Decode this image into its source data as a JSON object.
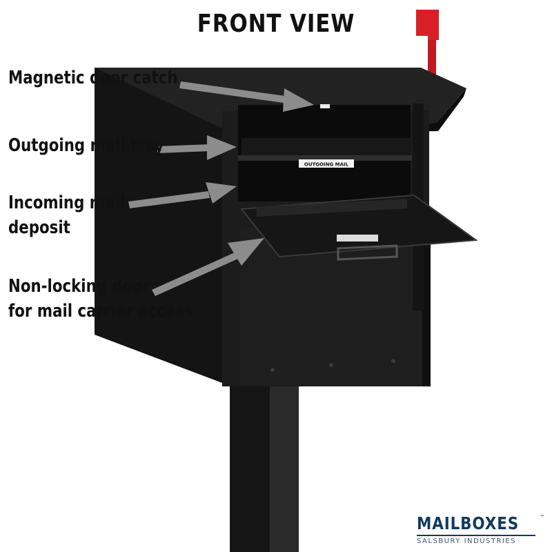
{
  "title": "FRONT VIEW",
  "callouts": [
    {
      "line1": "Magnetic door catch",
      "line2": ""
    },
    {
      "line1": "Outgoing mail tray",
      "line2": ""
    },
    {
      "line1": "Incoming mail",
      "line2": "deposit"
    },
    {
      "line1": "Non-locking door",
      "line2": "for mail carrier access"
    }
  ],
  "tray_label": "OUTGOING MAIL",
  "logo": {
    "brand": "MAILBOXES",
    "trademark": "™",
    "company": "SALSBURY INDUSTRIES"
  },
  "colors": {
    "mailbox": "#1a1a1a",
    "flag": "#d81f26",
    "arrow": "#8c8c8c",
    "logo": "#13395e"
  }
}
